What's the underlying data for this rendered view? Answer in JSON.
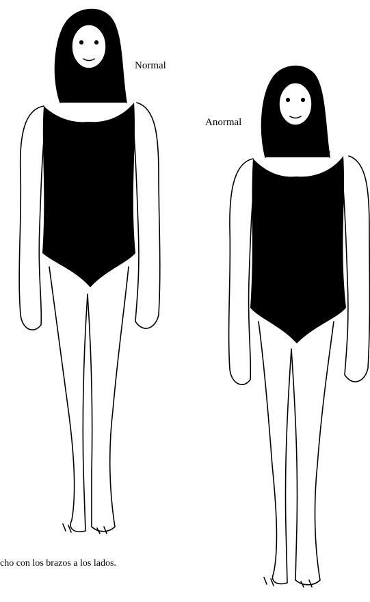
{
  "labels": {
    "normal": "Normal",
    "anormal": "Anormal"
  },
  "caption": "cho con los brazos a los lados.",
  "colors": {
    "ink": "#000000",
    "paper": "#ffffff"
  }
}
